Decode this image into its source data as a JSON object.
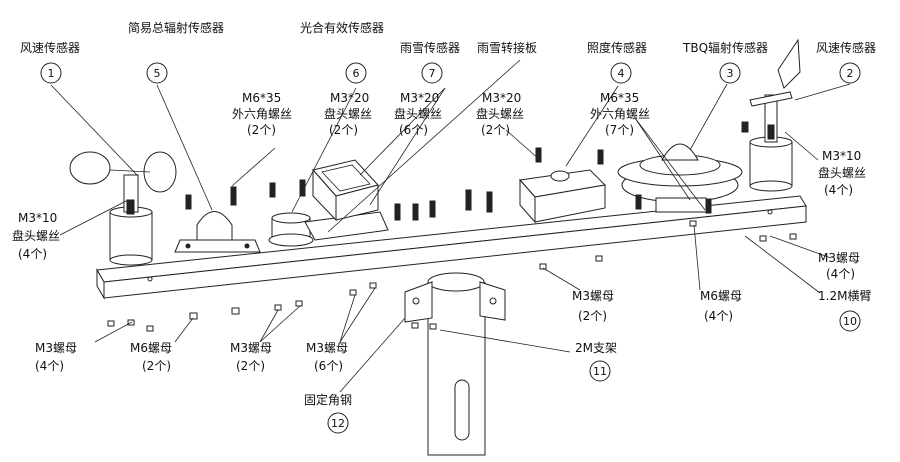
{
  "labels": {
    "wind_speed_1": "风速传感器",
    "simple_radiation": "简易总辐射传感器",
    "par_sensor": "光合有效传感器",
    "rain_snow": "雨雪传感器",
    "rain_snow_board": "雨雪转接板",
    "illuminance": "照度传感器",
    "tbq": "TBQ辐射传感器",
    "wind_speed_2": "风速传感器",
    "m6x35_a": "M6*35",
    "m6x35_a_type": "外六角螺丝",
    "m6x35_a_qty": "(2个)",
    "m3x20_a": "M3*20",
    "m3x20_a_type": "盘头螺丝",
    "m3x20_a_qty": "(2个)",
    "m3x20_b": "M3*20",
    "m3x20_b_type": "盘头螺丝",
    "m3x20_b_qty": "(6个)",
    "m3x20_c": "M3*20",
    "m3x20_c_type": "盘头螺丝",
    "m3x20_c_qty": "(2个)",
    "m6x35_b": "M6*35",
    "m6x35_b_type": "外六角螺丝",
    "m6x35_b_qty": "(7个)",
    "m3x10_left": "M3*10",
    "m3x10_left_type": "盘头螺丝",
    "m3x10_left_qty": "(4个)",
    "m3x10_right": "M3*10",
    "m3x10_right_type": "盘头螺丝",
    "m3x10_right_qty": "(4个)",
    "m3nut_right": "M3螺母",
    "m3nut_right_qty": "(4个)",
    "crossarm": "1.2M横臂",
    "m6nut_right": "M6螺母",
    "m6nut_right_qty": "(4个)",
    "m3nut_mid": "M3螺母",
    "m3nut_mid_qty": "(2个)",
    "bracket": "2M支架",
    "m3nut_left": "M3螺母",
    "m3nut_left_qty": "(4个)",
    "m6nut_left": "M6螺母",
    "m6nut_left_qty": "(2个)",
    "m3nut_c": "M3螺母",
    "m3nut_c_qty": "(2个)",
    "m3nut_d": "M3螺母",
    "m3nut_d_qty": "(6个)",
    "angle_steel": "固定角钢"
  },
  "numbers": {
    "n1": "1",
    "n2": "2",
    "n3": "3",
    "n4": "4",
    "n5": "5",
    "n6": "6",
    "n7": "7",
    "n10": "10",
    "n11": "11",
    "n12": "12"
  }
}
